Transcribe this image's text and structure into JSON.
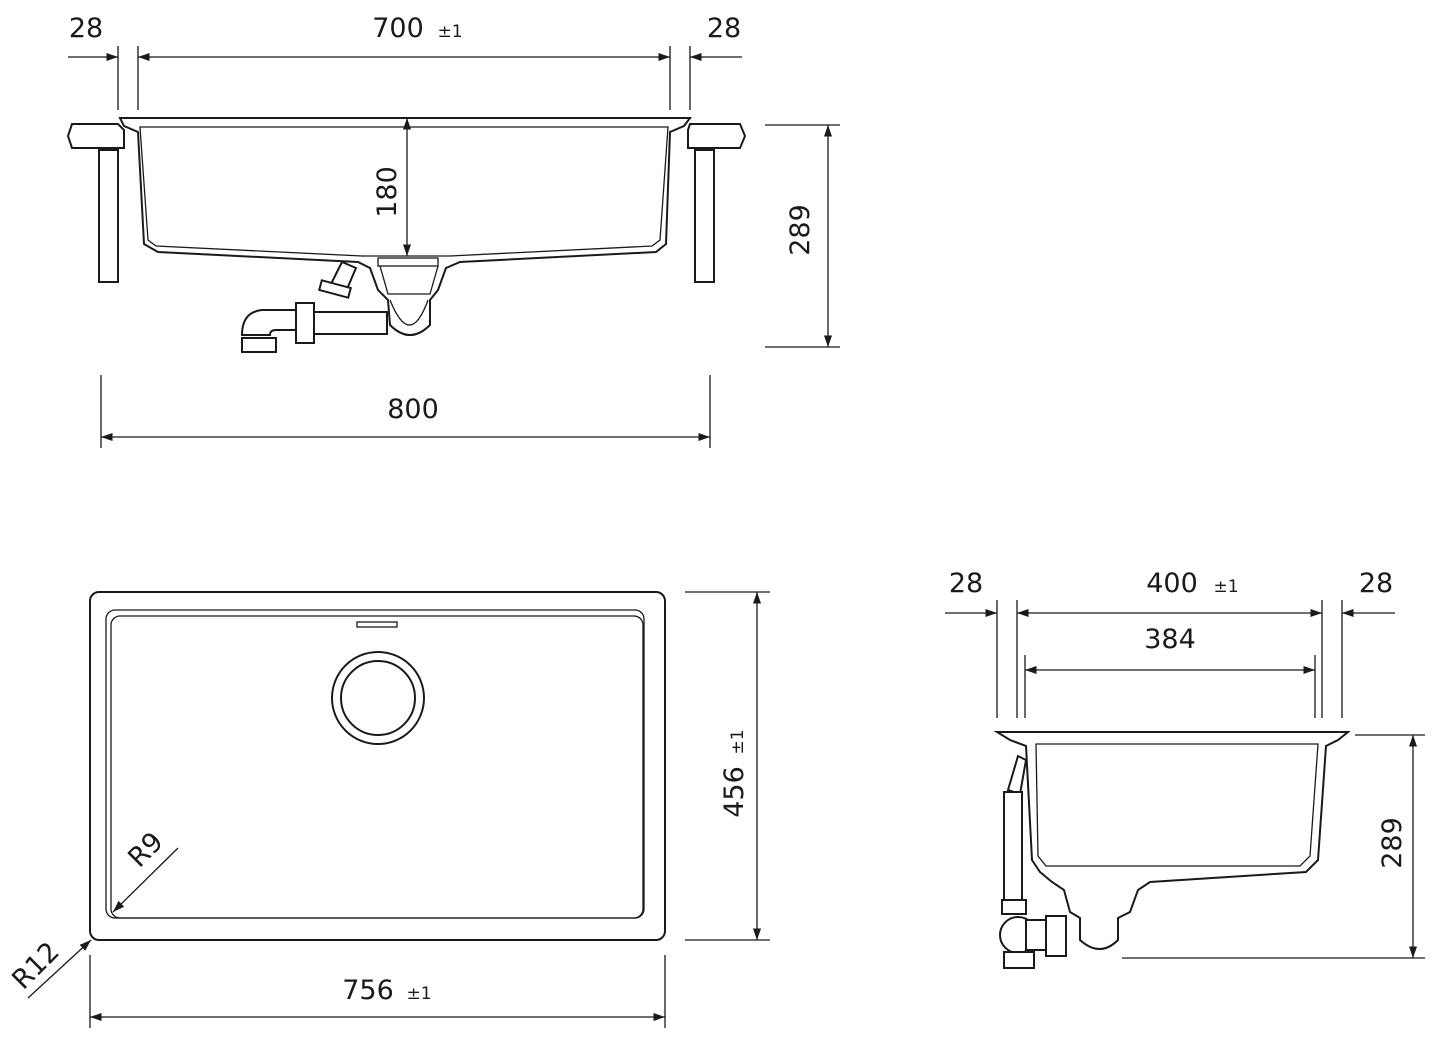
{
  "front_view": {
    "dim_left_rim": "28",
    "dim_bowl_width": "700",
    "dim_bowl_width_tol": "±1",
    "dim_right_rim": "28",
    "dim_bowl_depth": "180",
    "dim_total_height": "289",
    "dim_overall_width": "800"
  },
  "plan_view": {
    "dim_height": "456",
    "dim_height_tol": "±1",
    "dim_width": "756",
    "dim_width_tol": "±1",
    "inner_radius": "R9",
    "outer_radius": "R12"
  },
  "side_view": {
    "dim_left_rim": "28",
    "dim_bowl_width": "400",
    "dim_bowl_width_tol": "±1",
    "dim_right_rim": "28",
    "dim_inner_width": "384",
    "dim_total_height": "289"
  },
  "colors": {
    "line": "#1a1a1a",
    "background": "#ffffff"
  }
}
